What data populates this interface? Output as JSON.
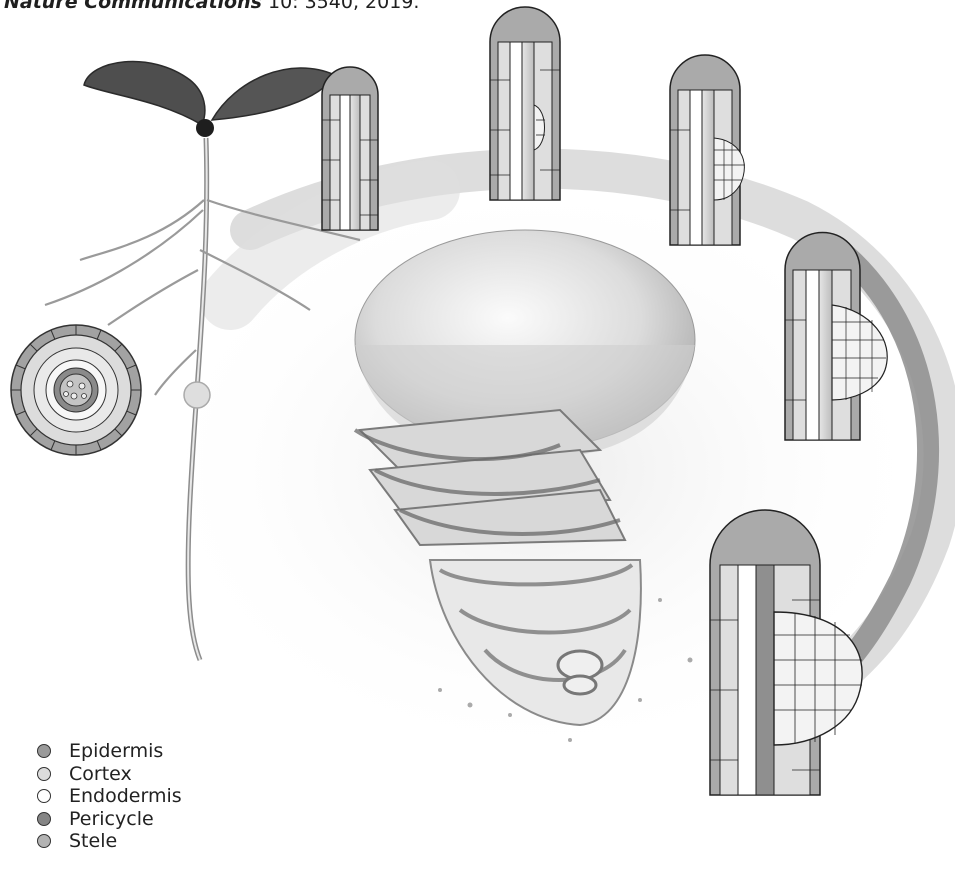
{
  "citation": {
    "journal": "Nature Communications",
    "details": " 10: 3540, 2019."
  },
  "legend": {
    "items": [
      {
        "label": "Epidermis",
        "color": "#9a9a9a"
      },
      {
        "label": "Cortex",
        "color": "#dcdcdc"
      },
      {
        "label": "Endodermis",
        "color": "#ffffff"
      },
      {
        "label": "Pericycle",
        "color": "#858585"
      },
      {
        "label": "Stele",
        "color": "#b3b3b3"
      }
    ]
  }
}
